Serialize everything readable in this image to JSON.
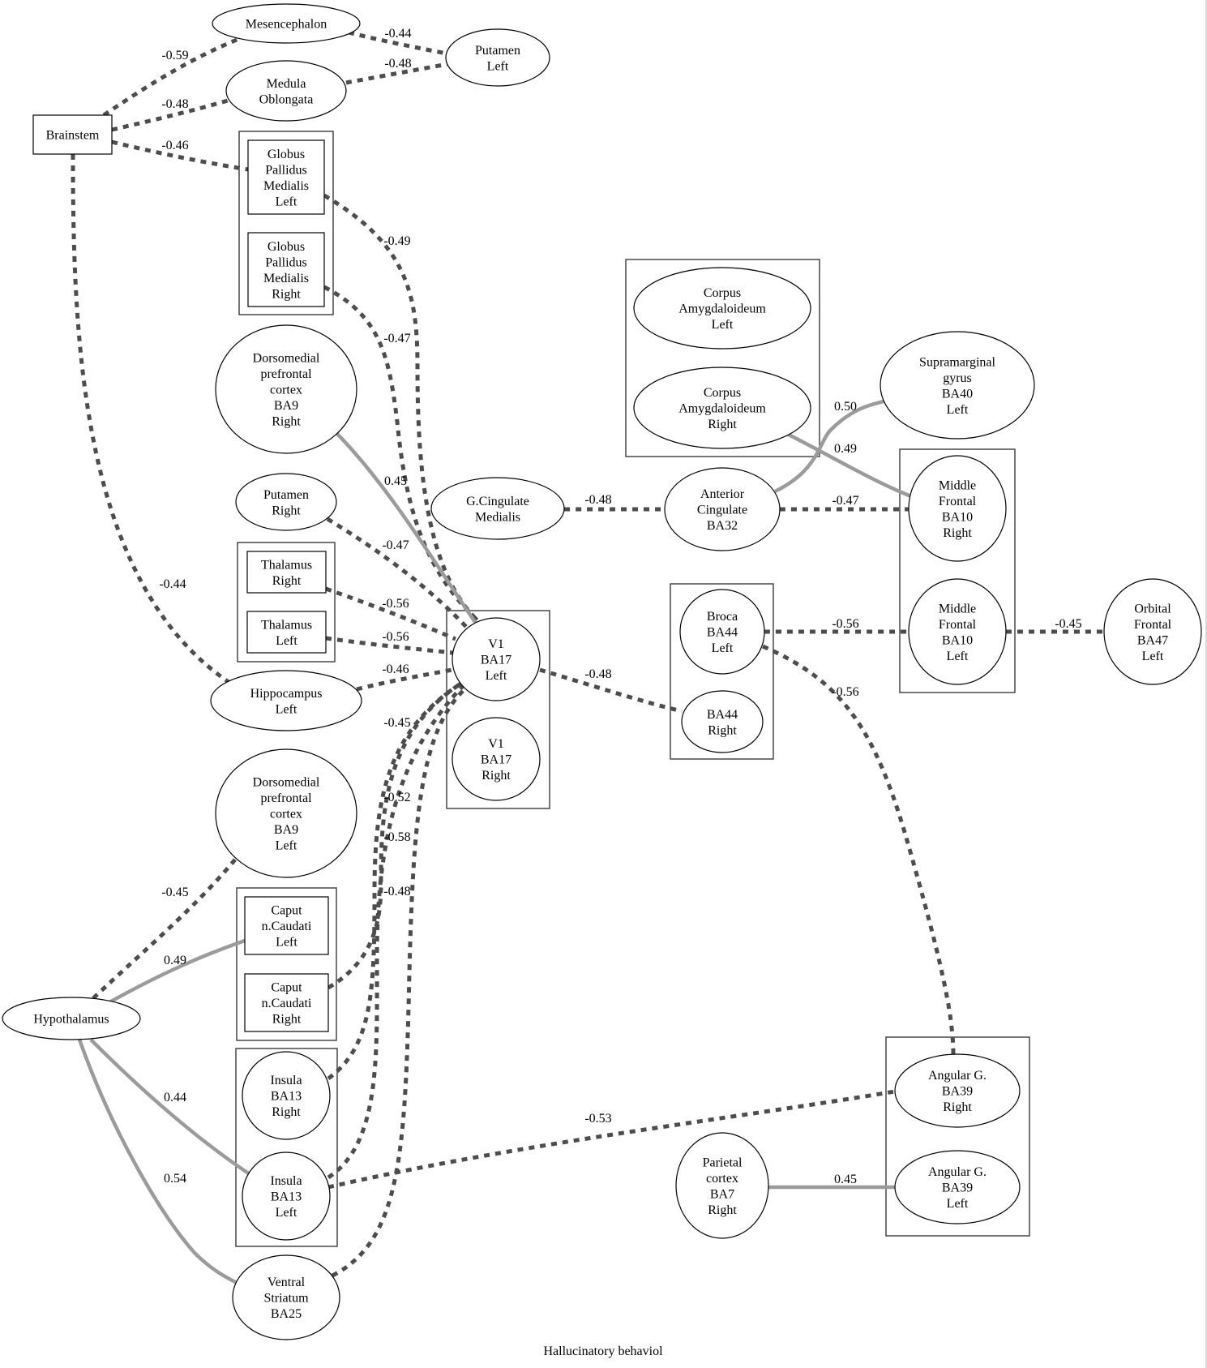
{
  "title": "Hallucinatory behaviol",
  "colors": {
    "negative_edge": "#4d4d4d",
    "positive_edge": "#9b9b9b",
    "node_border": "#000000",
    "group_border": "#3a3a3a",
    "background": "#ffffff"
  },
  "legend_semantics": {
    "dashed_dark": "negative correlation",
    "solid_light": "positive correlation"
  },
  "groups": [
    {
      "id": "g_globus",
      "members": [
        "gpm_left",
        "gpm_right"
      ]
    },
    {
      "id": "g_thalamus",
      "members": [
        "thal_right",
        "thal_left"
      ]
    },
    {
      "id": "g_v1",
      "members": [
        "v1_left",
        "v1_right"
      ]
    },
    {
      "id": "g_caput",
      "members": [
        "caput_left",
        "caput_right"
      ]
    },
    {
      "id": "g_insula",
      "members": [
        "insula_right",
        "insula_left"
      ]
    },
    {
      "id": "g_corpus",
      "members": [
        "corpus_left",
        "corpus_right"
      ]
    },
    {
      "id": "g_mf",
      "members": [
        "mf_right",
        "mf_left"
      ]
    },
    {
      "id": "g_broca",
      "members": [
        "broca_left",
        "ba44_right"
      ]
    },
    {
      "id": "g_angular",
      "members": [
        "angular_right",
        "angular_left"
      ]
    }
  ],
  "nodes": [
    {
      "id": "mesencephalon",
      "shape": "ellipse",
      "lines": [
        "Mesencephalon"
      ]
    },
    {
      "id": "putamen_left",
      "shape": "ellipse",
      "lines": [
        "Putamen",
        "Left"
      ]
    },
    {
      "id": "medula",
      "shape": "ellipse",
      "lines": [
        "Medula",
        "Oblongata"
      ]
    },
    {
      "id": "brainstem",
      "shape": "box",
      "lines": [
        "Brainstem"
      ]
    },
    {
      "id": "gpm_left",
      "shape": "box",
      "lines": [
        "Globus",
        "Pallidus",
        "Medialis",
        "Left"
      ]
    },
    {
      "id": "gpm_right",
      "shape": "box",
      "lines": [
        "Globus",
        "Pallidus",
        "Medialis",
        "Right"
      ]
    },
    {
      "id": "dmpfc_right",
      "shape": "ellipse",
      "lines": [
        "Dorsomedial",
        "prefrontal",
        "cortex",
        "BA9",
        "Right"
      ]
    },
    {
      "id": "putamen_right",
      "shape": "ellipse",
      "lines": [
        "Putamen",
        "Right"
      ]
    },
    {
      "id": "thal_right",
      "shape": "box",
      "lines": [
        "Thalamus",
        "Right"
      ]
    },
    {
      "id": "thal_left",
      "shape": "box",
      "lines": [
        "Thalamus",
        "Left"
      ]
    },
    {
      "id": "hippocampus_left",
      "shape": "ellipse",
      "lines": [
        "Hippocampus",
        "Left"
      ]
    },
    {
      "id": "v1_left",
      "shape": "ellipse",
      "lines": [
        "V1",
        "BA17",
        "Left"
      ]
    },
    {
      "id": "v1_right",
      "shape": "ellipse",
      "lines": [
        "V1",
        "BA17",
        "Right"
      ]
    },
    {
      "id": "dmpfc_left",
      "shape": "ellipse",
      "lines": [
        "Dorsomedial",
        "prefrontal",
        "cortex",
        "BA9",
        "Left"
      ]
    },
    {
      "id": "caput_left",
      "shape": "box",
      "lines": [
        "Caput",
        "n.Caudati",
        "Left"
      ]
    },
    {
      "id": "caput_right",
      "shape": "box",
      "lines": [
        "Caput",
        "n.Caudati",
        "Right"
      ]
    },
    {
      "id": "insula_right",
      "shape": "ellipse",
      "lines": [
        "Insula",
        "BA13",
        "Right"
      ]
    },
    {
      "id": "insula_left",
      "shape": "ellipse",
      "lines": [
        "Insula",
        "BA13",
        "Left"
      ]
    },
    {
      "id": "ventral_striatum",
      "shape": "ellipse",
      "lines": [
        "Ventral",
        "Striatum",
        "BA25"
      ]
    },
    {
      "id": "hypothalamus",
      "shape": "ellipse",
      "lines": [
        "Hypothalamus"
      ]
    },
    {
      "id": "g_cingulate",
      "shape": "ellipse",
      "lines": [
        "G.Cingulate",
        "Medialis"
      ]
    },
    {
      "id": "corpus_left",
      "shape": "ellipse",
      "lines": [
        "Corpus",
        "Amygdaloideum",
        "Left"
      ]
    },
    {
      "id": "corpus_right",
      "shape": "ellipse",
      "lines": [
        "Corpus",
        "Amygdaloideum",
        "Right"
      ]
    },
    {
      "id": "supramarginal",
      "shape": "ellipse",
      "lines": [
        "Supramarginal",
        "gyrus",
        "BA40",
        "Left"
      ]
    },
    {
      "id": "ant_cingulate",
      "shape": "ellipse",
      "lines": [
        "Anterior",
        "Cingulate",
        "BA32"
      ]
    },
    {
      "id": "mf_right",
      "shape": "ellipse",
      "lines": [
        "Middle",
        "Frontal",
        "BA10",
        "Right"
      ]
    },
    {
      "id": "mf_left",
      "shape": "ellipse",
      "lines": [
        "Middle",
        "Frontal",
        "BA10",
        "Left"
      ]
    },
    {
      "id": "orbital_frontal",
      "shape": "ellipse",
      "lines": [
        "Orbital",
        "Frontal",
        "BA47",
        "Left"
      ]
    },
    {
      "id": "broca_left",
      "shape": "ellipse",
      "lines": [
        "Broca",
        "BA44",
        "Left"
      ]
    },
    {
      "id": "ba44_right",
      "shape": "ellipse",
      "lines": [
        "BA44",
        "Right"
      ]
    },
    {
      "id": "angular_right",
      "shape": "ellipse",
      "lines": [
        "Angular G.",
        "BA39",
        "Right"
      ]
    },
    {
      "id": "angular_left",
      "shape": "ellipse",
      "lines": [
        "Angular G.",
        "BA39",
        "Left"
      ]
    },
    {
      "id": "parietal",
      "shape": "ellipse",
      "lines": [
        "Parietal",
        "cortex",
        "BA7",
        "Right"
      ]
    }
  ],
  "edges": [
    {
      "from": "brainstem",
      "to": "mesencephalon",
      "value": -0.59
    },
    {
      "from": "mesencephalon",
      "to": "putamen_left",
      "value": -0.44
    },
    {
      "from": "brainstem",
      "to": "medula",
      "value": -0.48
    },
    {
      "from": "medula",
      "to": "putamen_left",
      "value": -0.48
    },
    {
      "from": "brainstem",
      "to": "gpm_left",
      "value": -0.46
    },
    {
      "from": "brainstem",
      "to": "hippocampus_left",
      "value": -0.44
    },
    {
      "from": "gpm_left",
      "to": "v1_left",
      "value": -0.49
    },
    {
      "from": "gpm_right",
      "to": "v1_left",
      "value": -0.47
    },
    {
      "from": "dmpfc_right",
      "to": "v1_left",
      "value": 0.45
    },
    {
      "from": "putamen_right",
      "to": "v1_left",
      "value": -0.47
    },
    {
      "from": "thal_right",
      "to": "v1_left",
      "value": -0.56
    },
    {
      "from": "thal_left",
      "to": "v1_left",
      "value": -0.56
    },
    {
      "from": "hippocampus_left",
      "to": "v1_left",
      "value": -0.46
    },
    {
      "from": "caput_right",
      "to": "v1_left",
      "value": -0.45
    },
    {
      "from": "insula_right",
      "to": "v1_left",
      "value": -0.52
    },
    {
      "from": "insula_left",
      "to": "v1_left",
      "value": -0.58
    },
    {
      "from": "ventral_striatum",
      "to": "v1_left",
      "value": -0.48
    },
    {
      "from": "v1_left",
      "to": "ba44_right",
      "value": -0.48
    },
    {
      "from": "hypothalamus",
      "to": "dmpfc_left",
      "value": -0.45
    },
    {
      "from": "hypothalamus",
      "to": "caput_left",
      "value": 0.49
    },
    {
      "from": "hypothalamus",
      "to": "insula_left",
      "value": 0.44
    },
    {
      "from": "hypothalamus",
      "to": "ventral_striatum",
      "value": 0.54
    },
    {
      "from": "insula_left",
      "to": "angular_right",
      "value": -0.53
    },
    {
      "from": "g_cingulate",
      "to": "ant_cingulate",
      "value": -0.48
    },
    {
      "from": "ant_cingulate",
      "to": "supramarginal",
      "value": 0.5
    },
    {
      "from": "corpus_right",
      "to": "mf_right",
      "value": 0.49
    },
    {
      "from": "ant_cingulate",
      "to": "mf_right",
      "value": -0.47
    },
    {
      "from": "broca_left",
      "to": "mf_left",
      "value": -0.56
    },
    {
      "from": "mf_left",
      "to": "orbital_frontal",
      "value": -0.45
    },
    {
      "from": "broca_left",
      "to": "angular_right",
      "value": -0.56
    },
    {
      "from": "parietal",
      "to": "angular_left",
      "value": 0.45
    }
  ]
}
